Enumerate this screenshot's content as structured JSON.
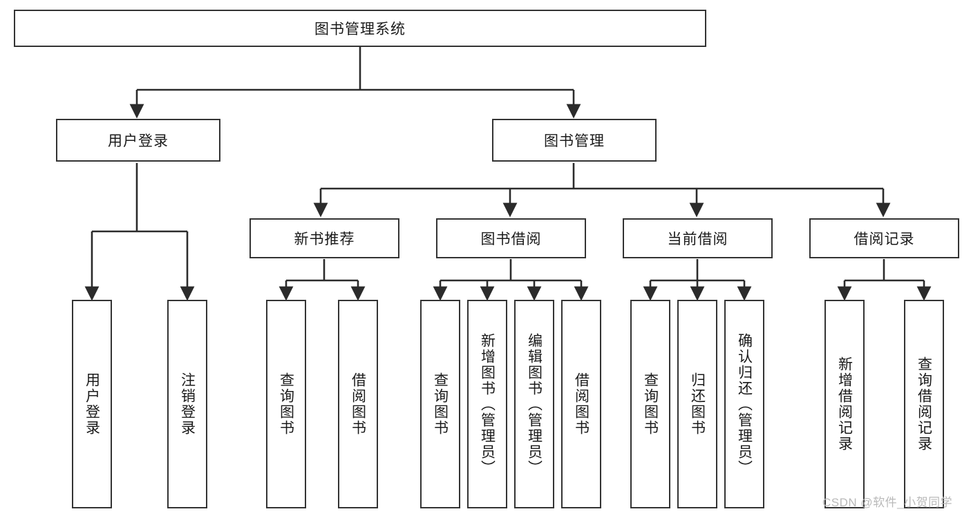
{
  "diagram": {
    "type": "tree-hierarchy",
    "title": "图书管理系统",
    "orientation": "top-down",
    "theme": {
      "box_border": "#333333",
      "box_fill": "#ffffff",
      "line_color": "#333333",
      "text_color": "#1a1a1a",
      "background": "#ffffff",
      "watermark_color": "#b9b9b9"
    },
    "nodes": {
      "root": {
        "label": "图书管理系统"
      },
      "level2": [
        {
          "id": "user-login",
          "label": "用户登录"
        },
        {
          "id": "book-manage",
          "label": "图书管理"
        }
      ],
      "level3": [
        {
          "id": "new-book-recommend",
          "label": "新书推荐"
        },
        {
          "id": "book-borrow",
          "label": "图书借阅"
        },
        {
          "id": "current-borrow",
          "label": "当前借阅"
        },
        {
          "id": "borrow-record",
          "label": "借阅记录"
        }
      ],
      "leaves": [
        {
          "id": "leaf-user-login",
          "label": "用户登录",
          "parent": "user-login"
        },
        {
          "id": "leaf-user-logout",
          "label": "注销登录",
          "parent": "user-login"
        },
        {
          "id": "leaf-query-book-1",
          "label": "查询图书",
          "parent": "new-book-recommend"
        },
        {
          "id": "leaf-borrow-book-1",
          "label": "借阅图书",
          "parent": "new-book-recommend"
        },
        {
          "id": "leaf-query-book-2",
          "label": "查询图书",
          "parent": "book-borrow"
        },
        {
          "id": "leaf-add-book",
          "label": "新增图书（管理员）",
          "parent": "book-borrow"
        },
        {
          "id": "leaf-edit-book",
          "label": "编辑图书（管理员）",
          "parent": "book-borrow"
        },
        {
          "id": "leaf-borrow-book-2",
          "label": "借阅图书",
          "parent": "book-borrow"
        },
        {
          "id": "leaf-query-book-3",
          "label": "查询图书",
          "parent": "current-borrow"
        },
        {
          "id": "leaf-return-book",
          "label": "归还图书",
          "parent": "current-borrow"
        },
        {
          "id": "leaf-confirm-return",
          "label": "确认归还（管理员）",
          "parent": "current-borrow"
        },
        {
          "id": "leaf-add-record",
          "label": "新增借阅记录",
          "parent": "borrow-record"
        },
        {
          "id": "leaf-query-record",
          "label": "查询借阅记录",
          "parent": "borrow-record"
        }
      ]
    },
    "watermark": "CSDN @软件_小贺同学"
  }
}
